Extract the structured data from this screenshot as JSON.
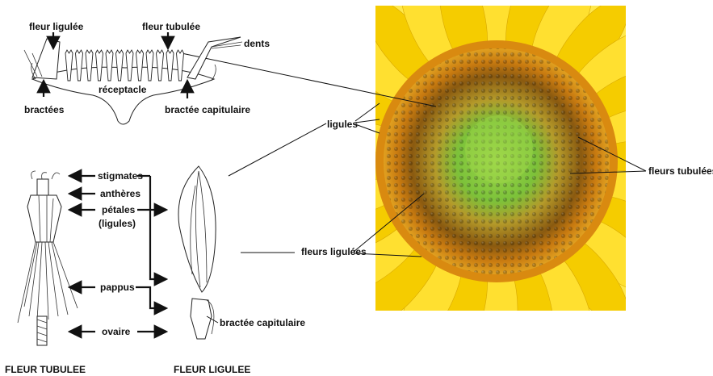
{
  "head_diagram": {
    "fleur_ligulee": "fleur ligulée",
    "fleur_tubulee": "fleur tubulée",
    "dents": "dents",
    "receptacle": "réceptacle",
    "bractees": "bractées",
    "bractee_capitulaire": "bractée capitulaire"
  },
  "flower_labels": {
    "stigmates": "stigmates",
    "antheres": "anthères",
    "petales": "pétales",
    "ligules_paren": "(ligules)",
    "pappus": "pappus",
    "ovaire": "ovaire",
    "bractee_capitulaire": "bractée capitulaire"
  },
  "captions": {
    "fleur_tubulee": "FLEUR TUBULEE",
    "fleur_ligulee": "FLEUR LIGULEE"
  },
  "photo_labels": {
    "ligules": "ligules",
    "fleurs_tubulees": "fleurs tubulées",
    "fleurs_ligulees": "fleurs ligulées"
  },
  "colors": {
    "petal_yellow": "#f5d000",
    "disc_orange": "#d98a10",
    "disc_dark": "#8a5a10",
    "center_green": "#7cc23a"
  }
}
